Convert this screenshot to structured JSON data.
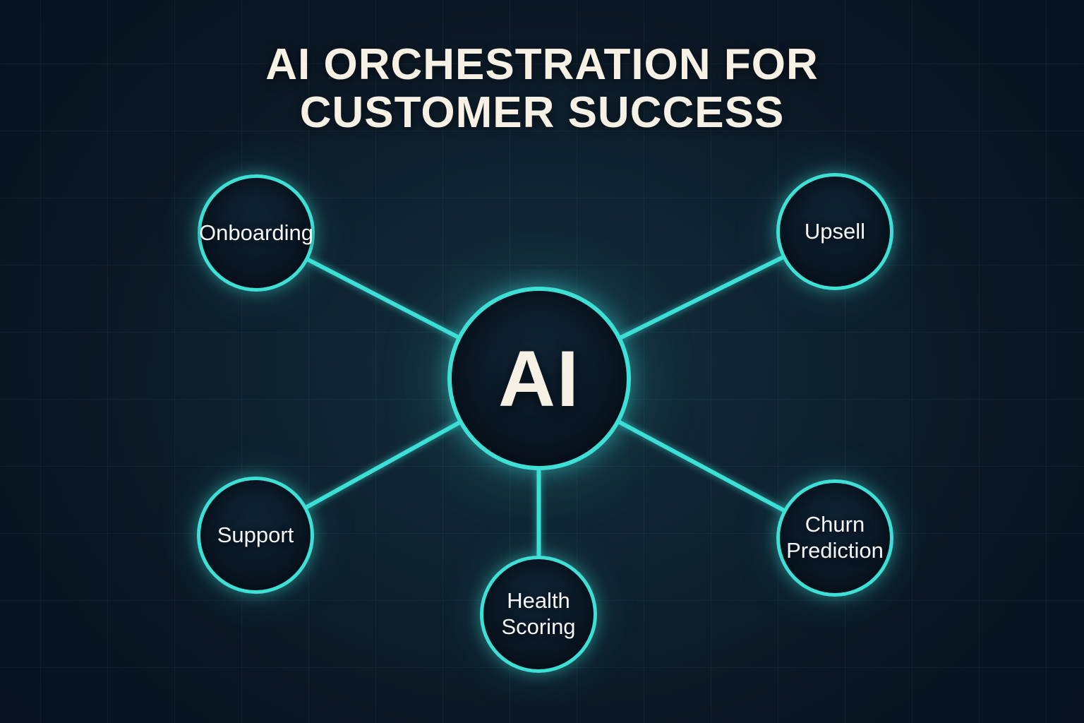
{
  "title": "AI ORCHESTRATION FOR\nCUSTOMER SUCCESS",
  "diagram": {
    "hub": {
      "label": "AI"
    },
    "nodes": [
      {
        "id": "onboarding",
        "label": "Onboarding"
      },
      {
        "id": "upsell",
        "label": "Upsell"
      },
      {
        "id": "support",
        "label": "Support"
      },
      {
        "id": "health-scoring",
        "label": "Health\nScoring"
      },
      {
        "id": "churn-prediction",
        "label": "Churn\nPrediction"
      }
    ],
    "colors": {
      "background": "#0B1623",
      "accent": "#3EE0D6",
      "title_text": "#F6F1E4",
      "node_text": "#F3F7F9"
    }
  }
}
